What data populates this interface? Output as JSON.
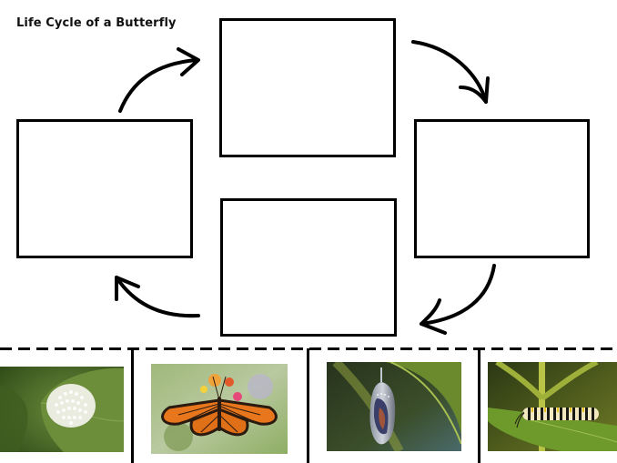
{
  "worksheet": {
    "title": "Life Cycle of a Butterfly",
    "cycle_boxes": [
      {
        "position": "top",
        "content": ""
      },
      {
        "position": "right",
        "content": ""
      },
      {
        "position": "bottom",
        "content": ""
      },
      {
        "position": "left",
        "content": ""
      }
    ],
    "arrows": [
      {
        "from": "left",
        "to": "top",
        "direction": "clockwise"
      },
      {
        "from": "top",
        "to": "right",
        "direction": "clockwise"
      },
      {
        "from": "right",
        "to": "bottom",
        "direction": "clockwise"
      },
      {
        "from": "bottom",
        "to": "left",
        "direction": "clockwise"
      }
    ],
    "cut_line": "dashed",
    "cutout_cards": [
      {
        "subject": "eggs-on-milkweed-leaf",
        "alt": "Butterfly eggs on a leaf"
      },
      {
        "subject": "adult-monarch-butterfly",
        "alt": "Monarch butterfly on flowers"
      },
      {
        "subject": "chrysalis",
        "alt": "Monarch chrysalis hanging from a leaf"
      },
      {
        "subject": "caterpillar",
        "alt": "Monarch caterpillar on milkweed"
      }
    ]
  },
  "colors": {
    "border": "#000000",
    "background": "#ffffff",
    "leaf_green": "#5a7a2a",
    "monarch_orange": "#e8761c"
  }
}
